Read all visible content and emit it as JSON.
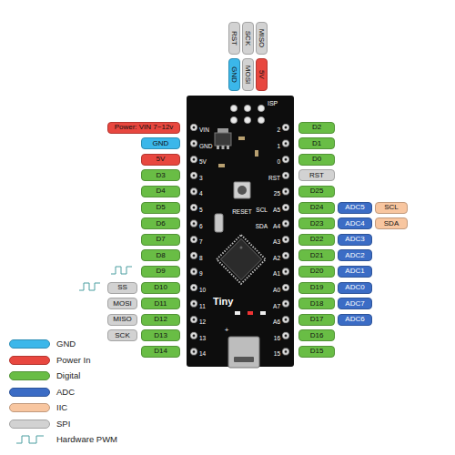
{
  "diagram": {
    "nodes": [
      {
        "text": [
          "RST"
        ]
      },
      {
        "text": [
          "SCK"
        ]
      },
      {
        "text": [
          "MISO"
        ]
      },
      {
        "text": [
          "GND"
        ]
      },
      {
        "text": [
          "MOSI"
        ]
      },
      {
        "text": [
          "5V"
        ]
      },
      {
        "text": [
          "Power: VIN 7~12v"
        ]
      },
      {
        "text": [
          "D2"
        ]
      },
      {
        "text": [
          "GND"
        ]
      },
      {
        "text": [
          "D1"
        ]
      },
      {
        "text": [
          "5V"
        ]
      },
      {
        "text": [
          "D0"
        ]
      },
      {
        "text": [
          "D3"
        ]
      },
      {
        "text": [
          "RST"
        ]
      },
      {
        "text": [
          "D4"
        ]
      },
      {
        "text": [
          "D25"
        ]
      },
      {
        "text": [
          "D5"
        ]
      },
      {
        "text": [
          "D24"
        ]
      },
      {
        "text": [
          "ADC5"
        ]
      },
      {
        "text": [
          "SCL"
        ]
      },
      {
        "text": [
          "D6"
        ]
      },
      {
        "text": [
          "D23"
        ]
      },
      {
        "text": [
          "ADC4"
        ]
      },
      {
        "text": [
          "SDA"
        ]
      },
      {
        "text": [
          "D7"
        ]
      },
      {
        "text": [
          "D22"
        ]
      },
      {
        "text": [
          "ADC3"
        ]
      },
      {
        "text": [
          "D8"
        ]
      },
      {
        "text": [
          "D21"
        ]
      },
      {
        "text": [
          "ADC2"
        ]
      },
      {
        "text": [
          "D9"
        ]
      },
      {
        "text": [
          "D20"
        ]
      },
      {
        "text": [
          "ADC1"
        ]
      },
      {
        "text": [
          "SS"
        ]
      },
      {
        "text": [
          "D10"
        ]
      },
      {
        "text": [
          "D19"
        ]
      },
      {
        "text": [
          "ADC0"
        ]
      },
      {
        "text": [
          "MOSI"
        ]
      },
      {
        "text": [
          "D11"
        ]
      },
      {
        "text": [
          "D18"
        ]
      },
      {
        "text": [
          "ADC7"
        ]
      },
      {
        "text": [
          "MISO"
        ]
      },
      {
        "text": [
          "D12"
        ]
      },
      {
        "text": [
          "D17"
        ]
      },
      {
        "text": [
          "ADC6"
        ]
      },
      {
        "text": [
          "SCK"
        ]
      },
      {
        "text": [
          "D13"
        ]
      },
      {
        "text": [
          "D16"
        ]
      },
      {
        "text": [
          "D14"
        ]
      },
      {
        "text": [
          "D15"
        ]
      }
    ],
    "labels": [
      "ISP",
      "VIN",
      "GND",
      "5V",
      "3",
      "4",
      "5",
      "6",
      "7",
      "8",
      "9",
      "10",
      "11",
      "12",
      "13",
      "14",
      "2",
      "1",
      "0",
      "RST",
      "25",
      "SCL",
      "A5",
      "SDA",
      "A4",
      "A3",
      "A2",
      "A1",
      "A0",
      "A7",
      "A6",
      "16",
      "15",
      "RESET",
      "Tiny",
      "+"
    ],
    "legend": [
      {
        "text": "GND",
        "color": "#3bb7ea"
      },
      {
        "text": "Power In",
        "color": "#e8473f"
      },
      {
        "text": "Digital",
        "color": "#69bd45"
      },
      {
        "text": "ADC",
        "color": "#3b6cc5"
      },
      {
        "text": "IIC",
        "color": "#f8c6a0"
      },
      {
        "text": "SPI",
        "color": "#d2d2d2"
      },
      {
        "text": "Hardware PWM"
      }
    ]
  }
}
